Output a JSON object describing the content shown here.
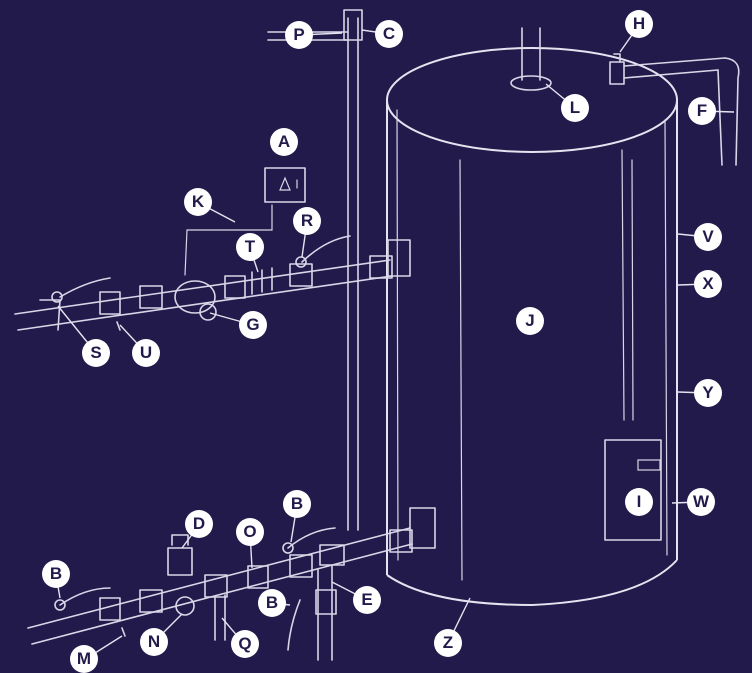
{
  "colors": {
    "background": "#221a4a",
    "line": "#d9d6e8",
    "label_bg": "#ffffff",
    "label_text": "#221a4a"
  },
  "labels": {
    "P": "P",
    "C": "C",
    "H": "H",
    "L": "L",
    "F": "F",
    "A": "A",
    "K": "K",
    "R": "R",
    "T": "T",
    "G": "G",
    "S": "S",
    "U": "U",
    "J": "J",
    "V": "V",
    "X": "X",
    "Y": "Y",
    "I": "I",
    "W": "W",
    "D": "D",
    "O": "O",
    "B1": "B",
    "B2": "B",
    "B3": "B",
    "E": "E",
    "N": "N",
    "Q": "Q",
    "M": "M",
    "Z": "Z"
  }
}
